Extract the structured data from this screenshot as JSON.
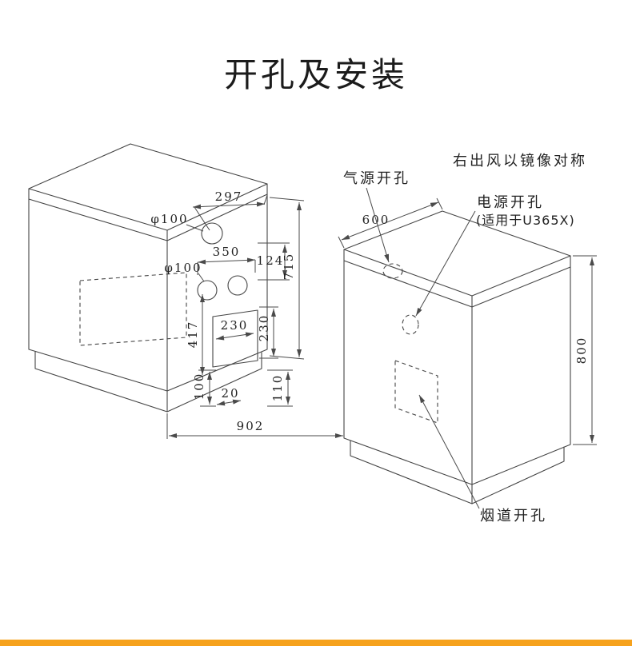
{
  "page": {
    "title": "开孔及安装",
    "accent_bar_color": "#f6a21d"
  },
  "left": {
    "d297": "297",
    "phi_top": "φ100",
    "d350": "350",
    "d124": "124",
    "d715": "715",
    "phi_mid": "φ100",
    "d417": "417",
    "d230_width": "230",
    "d230_height": "230",
    "d100": "100",
    "d20": "20",
    "d110": "110",
    "d902": "902"
  },
  "right": {
    "gas_opening": "气源开孔",
    "mirror_note": "右出风以镜像对称",
    "power_opening": "电源开孔",
    "power_note": "(适用于U365X)",
    "flue_opening": "烟道开孔",
    "d600": "600",
    "d800": "800"
  }
}
